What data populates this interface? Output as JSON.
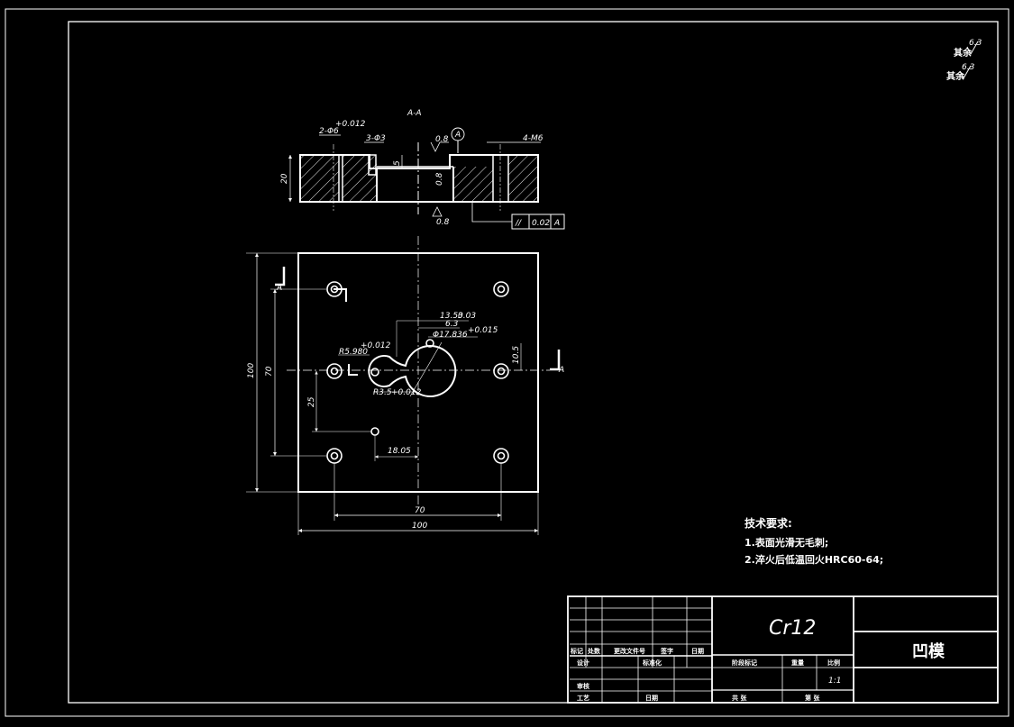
{
  "drawing": {
    "section_label": "A-A",
    "roughness_notes": [
      {
        "label": "其余",
        "value": "6.3"
      },
      {
        "label": "其余",
        "value": "6.3"
      }
    ],
    "colors": {
      "background": "#000000",
      "line": "#ffffff"
    }
  },
  "section_view": {
    "dims": {
      "hole_left": "2-Φ6",
      "hole_left_tol": "+0.012",
      "hole_mid": "3-Φ3",
      "thread": "4-M6",
      "height": "20",
      "depth": "5",
      "finish_top": "0.8",
      "finish_side": "0.8",
      "finish_bottom": "0.8",
      "datum_bubble": "A"
    },
    "tolerance_frame": {
      "symbol": "//",
      "value": "0.02",
      "datum": "A"
    }
  },
  "plan_view": {
    "dims": {
      "overall_height": "100",
      "bolt_height": "70",
      "bolt_width": "70",
      "overall_width": "100",
      "r_small": "R5.980",
      "r_small_tol": "+0.012",
      "dia_top": "Φ17.836",
      "dia_top_tol": "+0.015",
      "r_bottom": "R3.5",
      "r_bottom_tol": "+0.012",
      "dim_1353": "13.53",
      "dim_1353_tol": "0.03",
      "dim_63": "6.3",
      "offset_v": "10.5",
      "dim_25": "25",
      "dim_1805": "18.05",
      "cut_label_left": "A",
      "cut_label_right": "A"
    }
  },
  "tech_requirements": {
    "heading": "技术要求:",
    "items": [
      "1.表面光滑无毛刺;",
      "2.淬火后低温回火HRC60-64;"
    ]
  },
  "title_block": {
    "material": "Cr12",
    "part_name": "凹模",
    "revision_headers": [
      "标记",
      "处数",
      "更改文件号",
      "签字",
      "日期"
    ],
    "role_labels": [
      "设计",
      "审核",
      "工艺"
    ],
    "std_label": "标准化",
    "approve_label": "日期",
    "stage_mark": "阶段标记",
    "weight": "重量",
    "scale": "比例",
    "scale_value": "1:1",
    "sheets_total": "共 张",
    "sheet_no": "第 张"
  }
}
